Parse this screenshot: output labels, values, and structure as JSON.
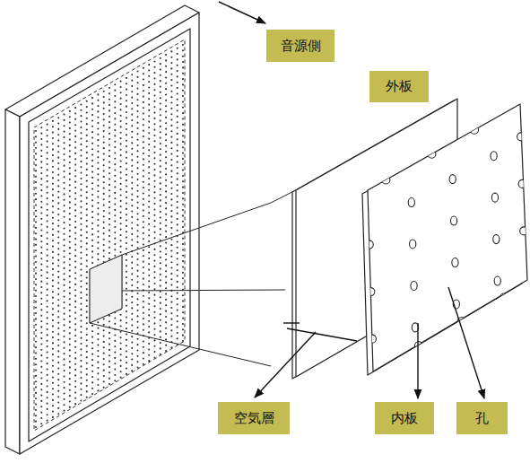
{
  "diagram": {
    "nodes": [
      {
        "text": [
          "音源側"
        ]
      },
      {
        "text": [
          "外板"
        ]
      },
      {
        "text": [
          "空気層"
        ]
      },
      {
        "text": [
          "内板"
        ]
      },
      {
        "text": [
          "孔"
        ]
      }
    ]
  }
}
